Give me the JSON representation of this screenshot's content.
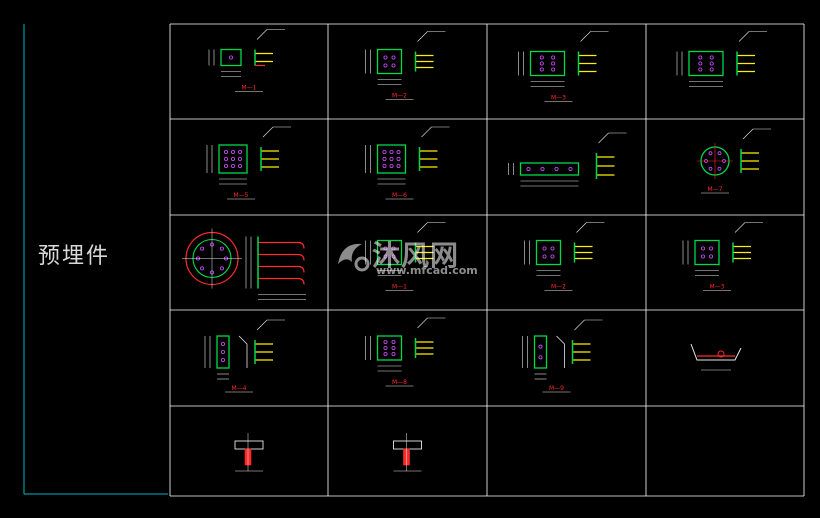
{
  "title_block": {
    "label": "预埋件"
  },
  "watermark": {
    "brand": "沐风网",
    "url": "www.mfcad.com"
  },
  "colors": {
    "background": "#000000",
    "frame": "#ffffff",
    "border_cyan": "#00b5c8",
    "plate_green": "#00d84a",
    "bar_yellow": "#ffee00",
    "anchor_red": "#ff2a2a",
    "section_magenta": "#d04aff",
    "label_white": "#e8e8e8"
  },
  "grid": {
    "rows": 5,
    "columns": 4
  },
  "drawings": [
    {
      "row": 1,
      "col": 1,
      "kind": "small-plate",
      "bolts": 1,
      "section_mark": "M—1"
    },
    {
      "row": 1,
      "col": 2,
      "kind": "square-plate",
      "bolts": 4,
      "section_mark": "M—2"
    },
    {
      "row": 1,
      "col": 3,
      "kind": "rect-plate",
      "bolts": 6,
      "section_mark": "M—3"
    },
    {
      "row": 1,
      "col": 4,
      "kind": "rect-plate",
      "bolts": 6,
      "section_mark": ""
    },
    {
      "row": 2,
      "col": 1,
      "kind": "square-plate",
      "bolts": 9,
      "section_mark": "M—5"
    },
    {
      "row": 2,
      "col": 2,
      "kind": "square-plate",
      "bolts": 9,
      "section_mark": "M—6"
    },
    {
      "row": 2,
      "col": 3,
      "kind": "strip-plate",
      "bolts": 4,
      "section_mark": ""
    },
    {
      "row": 2,
      "col": 4,
      "kind": "round-plate",
      "bolts": 6,
      "section_mark": "M—7"
    },
    {
      "row": 3,
      "col": 1,
      "kind": "circular-base",
      "bolts": 8,
      "section_mark": ""
    },
    {
      "row": 3,
      "col": 2,
      "kind": "square-plate",
      "bolts": 4,
      "section_mark": "M—1"
    },
    {
      "row": 3,
      "col": 3,
      "kind": "square-plate",
      "bolts": 4,
      "section_mark": "M—2"
    },
    {
      "row": 3,
      "col": 4,
      "kind": "square-plate",
      "bolts": 4,
      "section_mark": "M—3"
    },
    {
      "row": 4,
      "col": 1,
      "kind": "tall-plate",
      "bolts": 3,
      "section_mark": "M—4"
    },
    {
      "row": 4,
      "col": 2,
      "kind": "square-plate",
      "bolts": 6,
      "section_mark": "M—8"
    },
    {
      "row": 4,
      "col": 3,
      "kind": "tall-plate",
      "bolts": 2,
      "section_mark": "M—9"
    },
    {
      "row": 4,
      "col": 4,
      "kind": "bent-plate",
      "bolts": 0,
      "section_mark": ""
    },
    {
      "row": 5,
      "col": 1,
      "kind": "tee-plate",
      "bolts": 0,
      "section_mark": ""
    },
    {
      "row": 5,
      "col": 2,
      "kind": "tee-plate",
      "bolts": 0,
      "section_mark": ""
    },
    {
      "row": 5,
      "col": 3,
      "kind": "empty",
      "bolts": 0,
      "section_mark": ""
    },
    {
      "row": 5,
      "col": 4,
      "kind": "empty",
      "bolts": 0,
      "section_mark": ""
    }
  ]
}
